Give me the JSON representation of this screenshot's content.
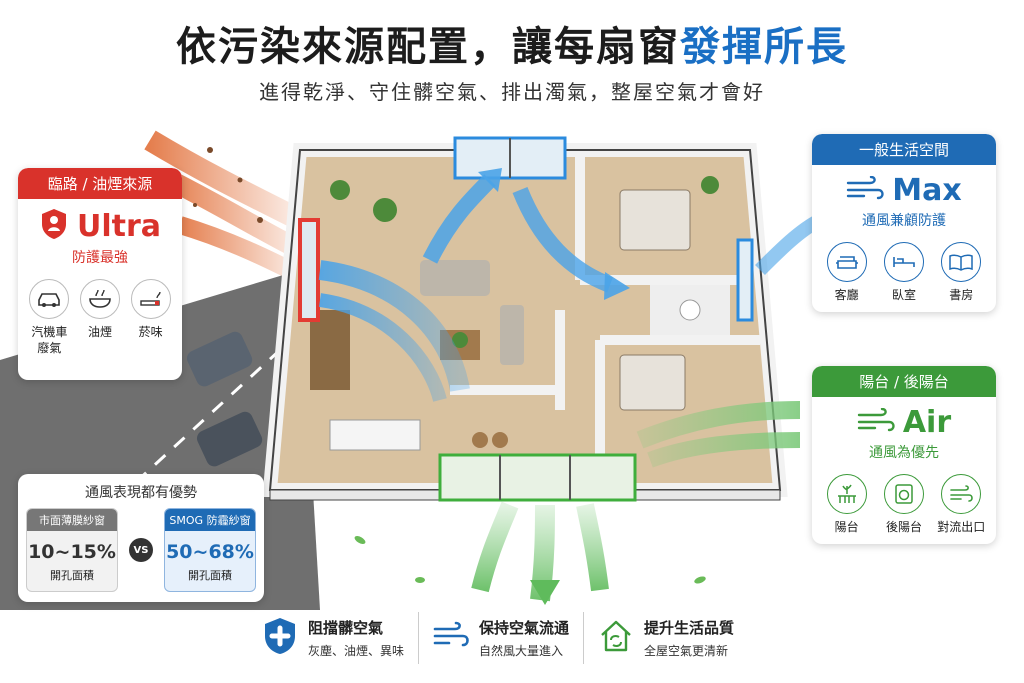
{
  "header": {
    "title_main": "依污染來源配置，讓每扇窗",
    "title_accent": "發揮所長",
    "subtitle": "進得乾淨、守住髒空氣、排出濁氣，整屋空氣才會好"
  },
  "left_card": {
    "heading": "臨路 / 油煙來源",
    "label": "Ultra",
    "description": "防護最強",
    "items": [
      {
        "label": "汽機車\n廢氣",
        "icon": "car-icon"
      },
      {
        "label": "油煙",
        "icon": "cooking-pot-icon"
      },
      {
        "label": "菸味",
        "icon": "cigarette-icon"
      }
    ]
  },
  "max_card": {
    "heading": "一般生活空間",
    "label": "Max",
    "description": "通風兼顧防護",
    "items": [
      {
        "label": "客廳",
        "icon": "sofa-icon"
      },
      {
        "label": "臥室",
        "icon": "bed-icon"
      },
      {
        "label": "書房",
        "icon": "book-icon"
      }
    ]
  },
  "air_card": {
    "heading": "陽台 / 後陽台",
    "label": "Air",
    "description": "通風為優先",
    "items": [
      {
        "label": "陽台",
        "icon": "balcony-plant-icon"
      },
      {
        "label": "後陽台",
        "icon": "washing-machine-icon"
      },
      {
        "label": "對流出口",
        "icon": "wind-icon"
      }
    ]
  },
  "comparison": {
    "title": "通風表現都有優勢",
    "left": {
      "heading": "市面薄膜紗窗",
      "value": "10~15%",
      "sub": "開孔面積"
    },
    "vs": "VS",
    "right": {
      "heading": "SMOG 防霾紗窗",
      "value": "50~68%",
      "sub": "開孔面積"
    }
  },
  "features": [
    {
      "title": "阻擋髒空氣",
      "sub": "灰塵、油煙、異味",
      "icon": "shield-icon"
    },
    {
      "title": "保持空氣流通",
      "sub": "自然風大量進入",
      "icon": "wind-flow-icon"
    },
    {
      "title": "提升生活品質",
      "sub": "全屋空氣更清新",
      "icon": "house-refresh-icon"
    }
  ],
  "colors": {
    "ultra": "#d9322b",
    "max": "#1f6bb5",
    "air": "#3c9a3a",
    "accent": "#1a6fc4"
  }
}
